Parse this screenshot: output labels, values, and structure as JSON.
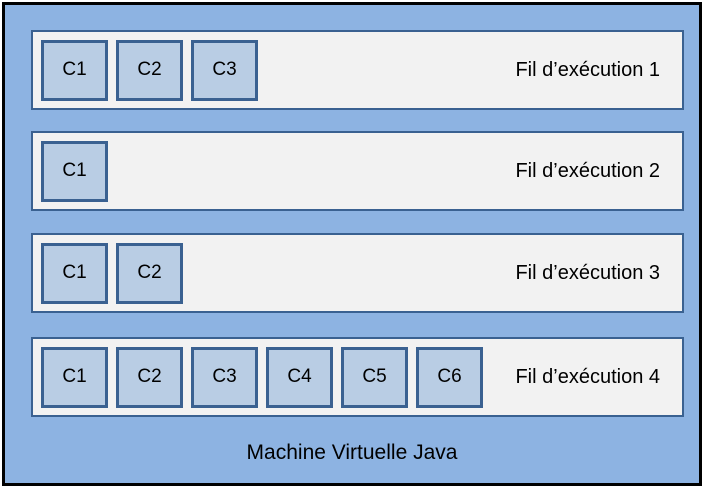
{
  "diagram": {
    "title": "Machine Virtuelle Java",
    "threads": [
      {
        "label": "Fil d’exécution 1",
        "frames": [
          "C1",
          "C2",
          "C3"
        ]
      },
      {
        "label": "Fil d’exécution 2",
        "frames": [
          "C1"
        ]
      },
      {
        "label": "Fil d’exécution 3",
        "frames": [
          "C1",
          "C2"
        ]
      },
      {
        "label": "Fil d’exécution 4",
        "frames": [
          "C1",
          "C2",
          "C3",
          "C4",
          "C5",
          "C6"
        ]
      }
    ],
    "colors": {
      "background": "#8DB3E2",
      "thread_fill": "#F2F2F2",
      "thread_border": "#3A6191",
      "frame_fill": "#B9CDE4",
      "frame_border": "#3A6191",
      "outer_border": "#000000",
      "text": "#000000"
    }
  }
}
